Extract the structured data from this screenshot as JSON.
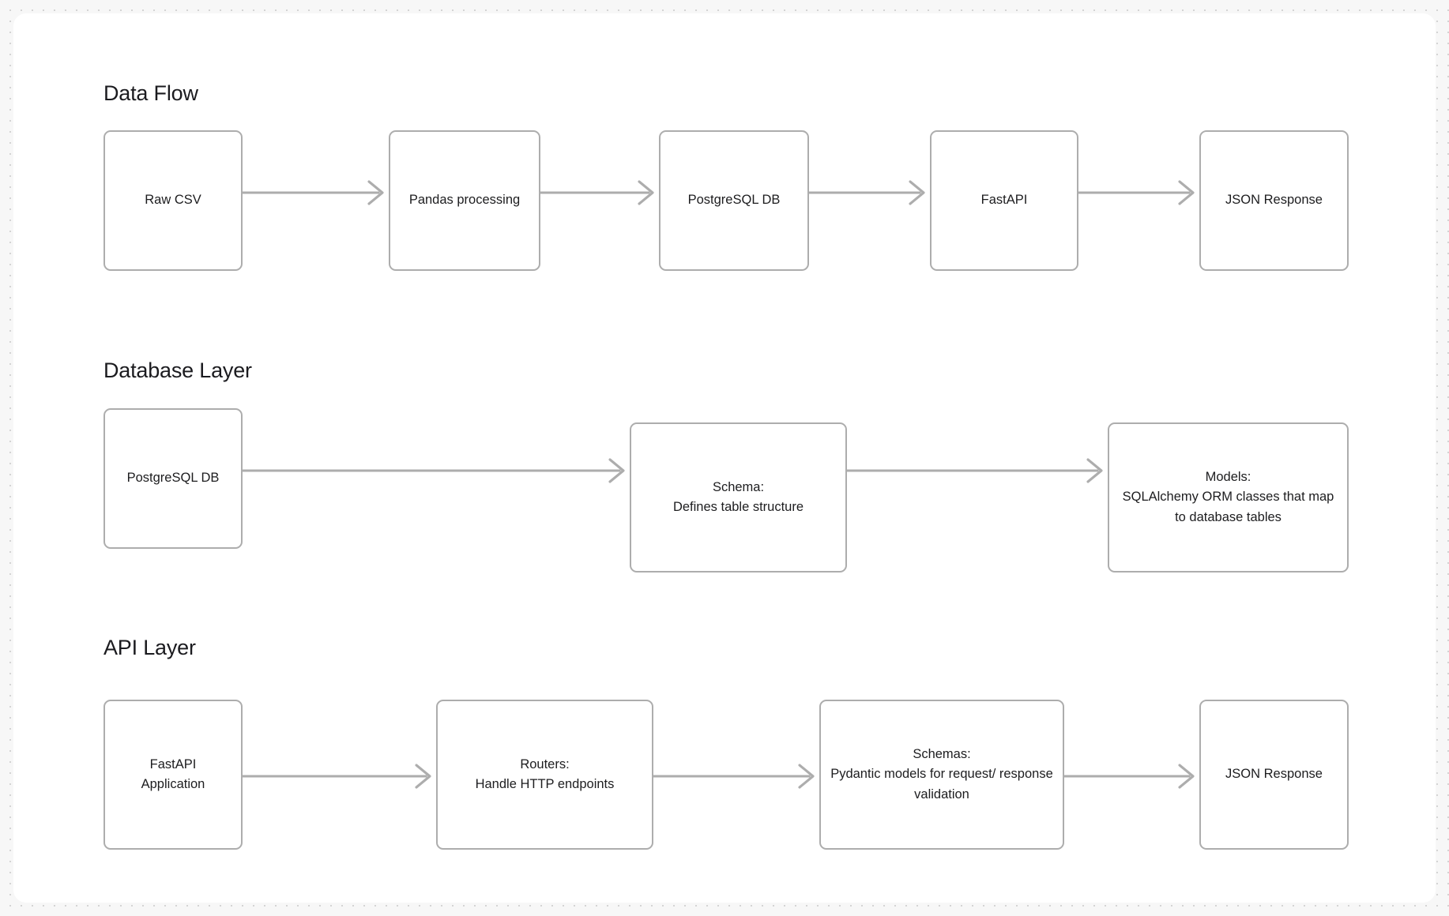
{
  "canvas": {
    "background_color": "#f7f7f7",
    "card_color": "#ffffff",
    "node_border_color": "#adadad",
    "connector_color": "#adadad",
    "text_color": "#1d1d1f"
  },
  "sections": [
    {
      "title": "Data Flow",
      "nodes": [
        {
          "label": "Raw CSV"
        },
        {
          "label": "Pandas processing"
        },
        {
          "label": "PostgreSQL DB"
        },
        {
          "label": "FastAPI"
        },
        {
          "label": "JSON Response"
        }
      ],
      "connector_icon": "arrow-right-icon",
      "connector_count": 4
    },
    {
      "title": "Database Layer",
      "nodes": [
        {
          "label": "PostgreSQL DB"
        },
        {
          "label": "Schema:\nDefines table structure"
        },
        {
          "label": "Models:\nSQLAlchemy ORM classes that map to database tables"
        }
      ],
      "connector_icon": "arrow-right-icon",
      "connector_count": 2
    },
    {
      "title": "API Layer",
      "nodes": [
        {
          "label": "FastAPI\nApplication"
        },
        {
          "label": "Routers:\nHandle HTTP endpoints"
        },
        {
          "label": "Schemas:\nPydantic models for request/ response validation"
        },
        {
          "label": "JSON Response"
        }
      ],
      "connector_icon": "arrow-right-icon",
      "connector_count": 3
    }
  ]
}
